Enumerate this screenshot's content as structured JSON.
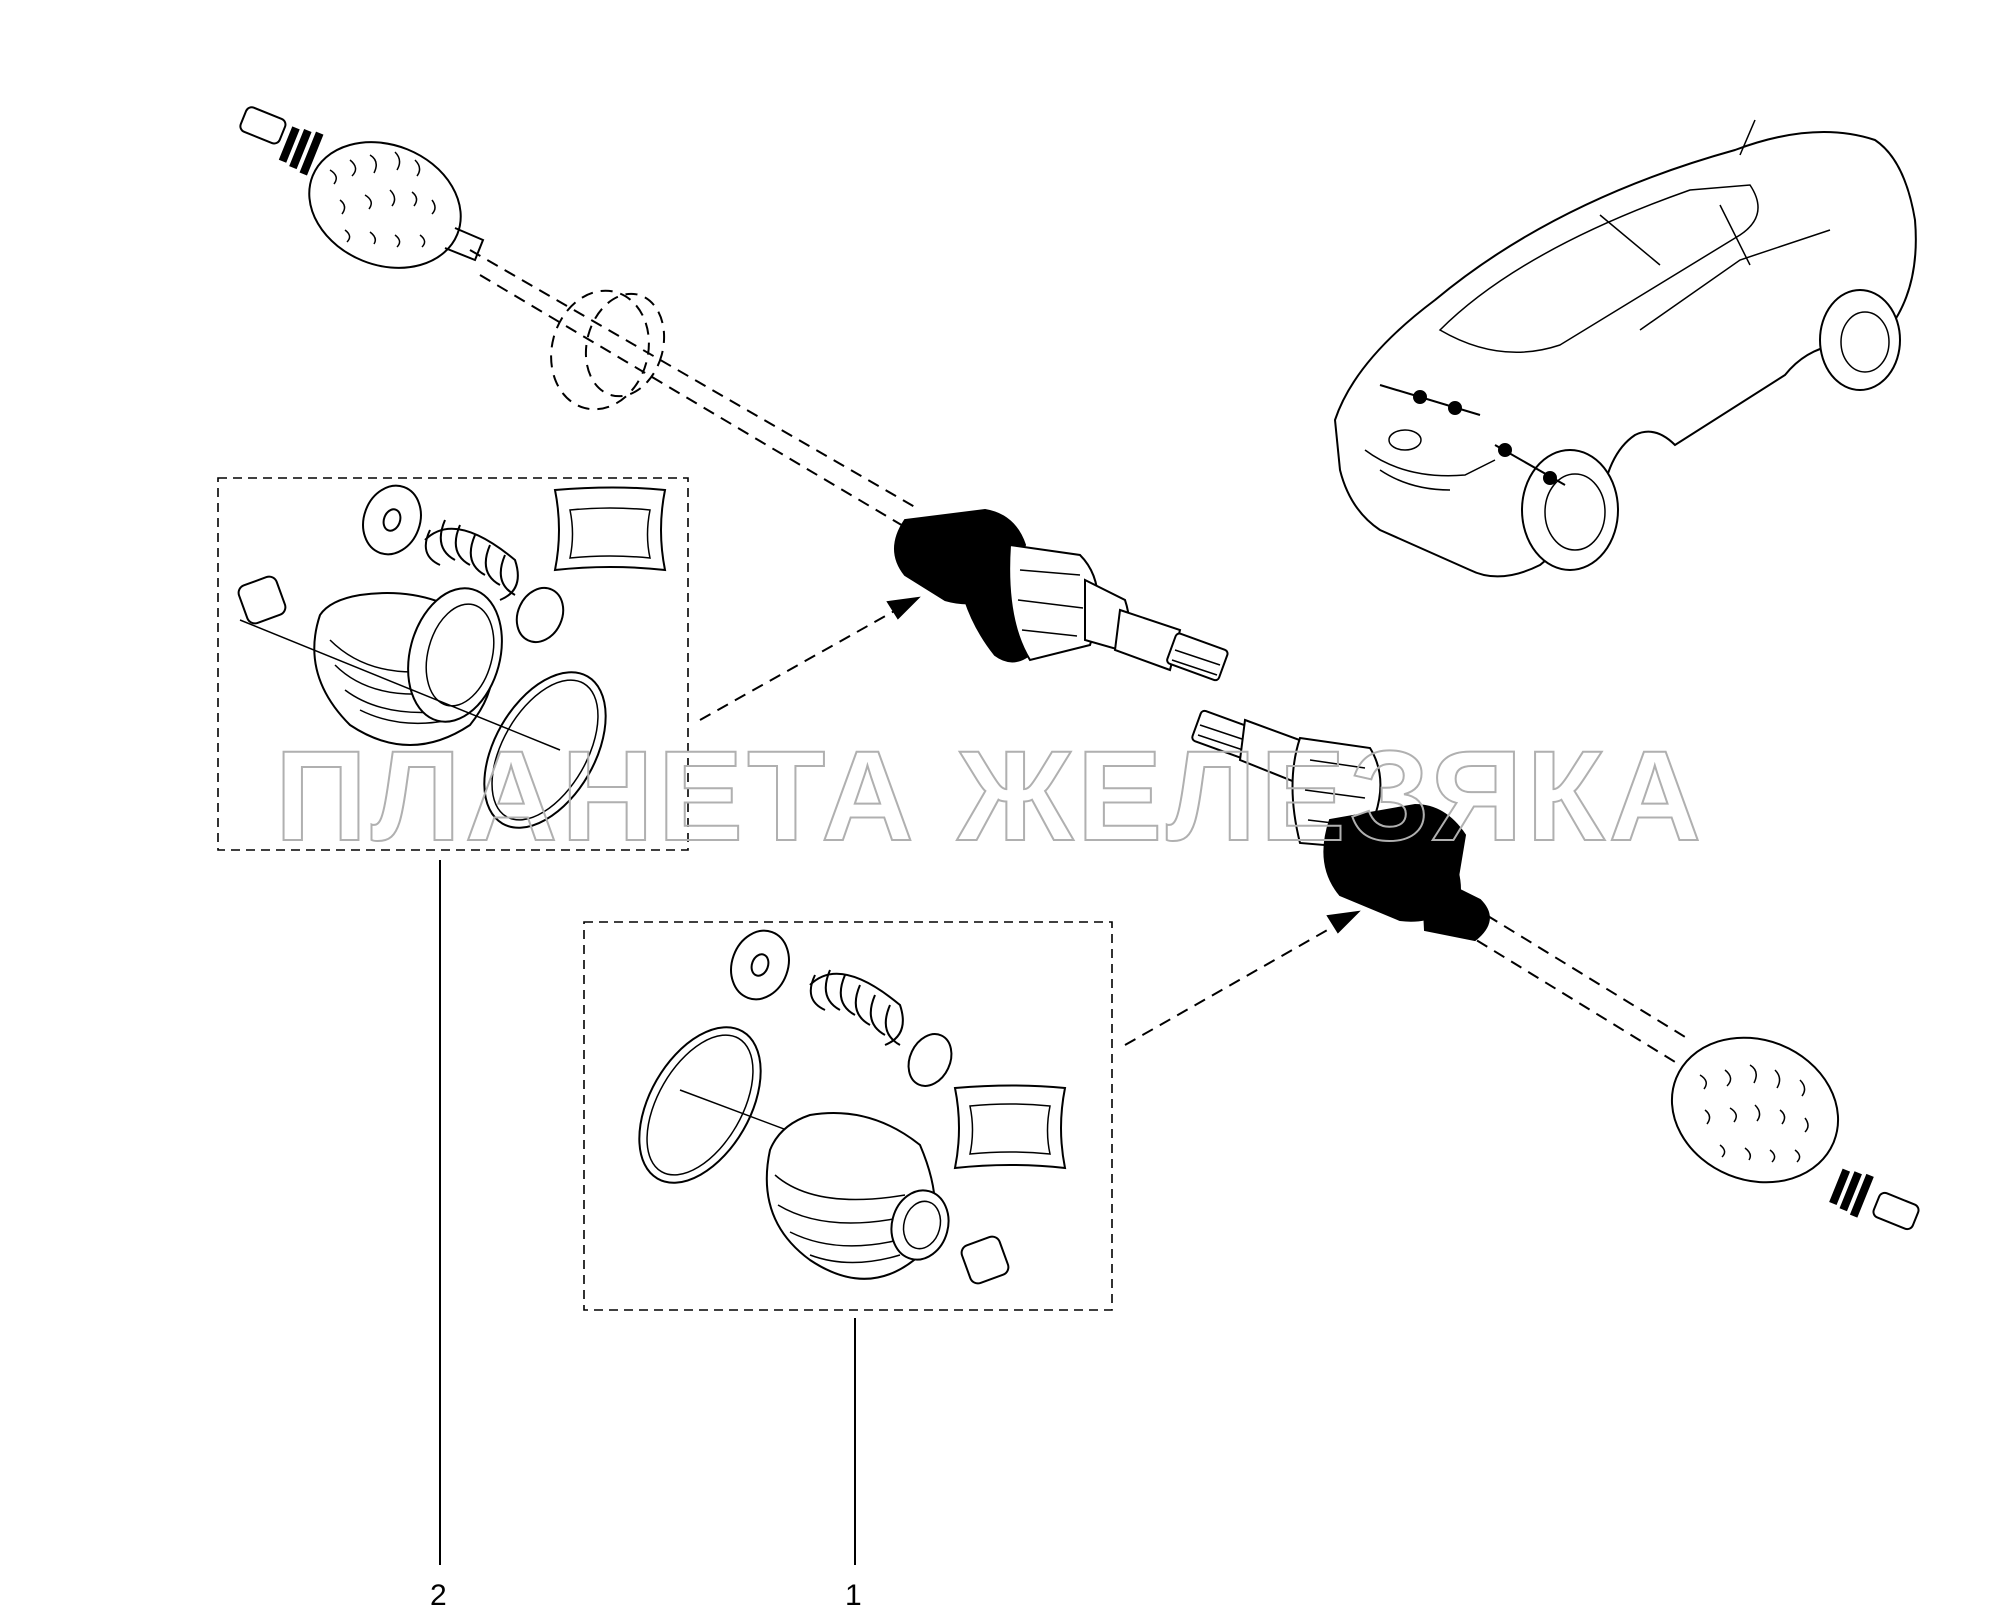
{
  "callouts": {
    "item_1": "1",
    "item_2": "2"
  },
  "watermark": "ПЛАНЕТА ЖЕЛЕЗЯКА",
  "colors": {
    "line": "#000000",
    "background": "#ffffff",
    "watermark": "#b0b0b0"
  }
}
